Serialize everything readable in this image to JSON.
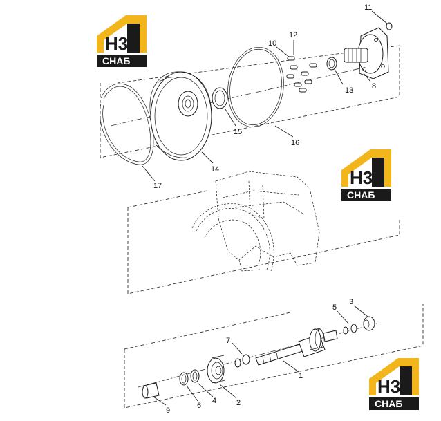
{
  "callouts": [
    {
      "id": "11",
      "text": "11"
    },
    {
      "id": "12",
      "text": "12"
    },
    {
      "id": "10",
      "text": "10"
    },
    {
      "id": "13",
      "text": "13"
    },
    {
      "id": "8",
      "text": "8"
    },
    {
      "id": "15",
      "text": "15"
    },
    {
      "id": "16",
      "text": "16"
    },
    {
      "id": "14",
      "text": "14"
    },
    {
      "id": "17",
      "text": "17"
    },
    {
      "id": "3",
      "text": "3"
    },
    {
      "id": "5",
      "text": "5"
    },
    {
      "id": "7",
      "text": "7"
    },
    {
      "id": "1",
      "text": "1"
    },
    {
      "id": "9",
      "text": "9"
    },
    {
      "id": "6",
      "text": "6"
    },
    {
      "id": "4",
      "text": "4"
    },
    {
      "id": "2",
      "text": "2"
    }
  ],
  "watermark": {
    "letters": "H3",
    "word": "СНАБ",
    "colors": {
      "accent": "#f2b51c",
      "dark": "#1a1a1a",
      "text": "#ffffff"
    }
  }
}
